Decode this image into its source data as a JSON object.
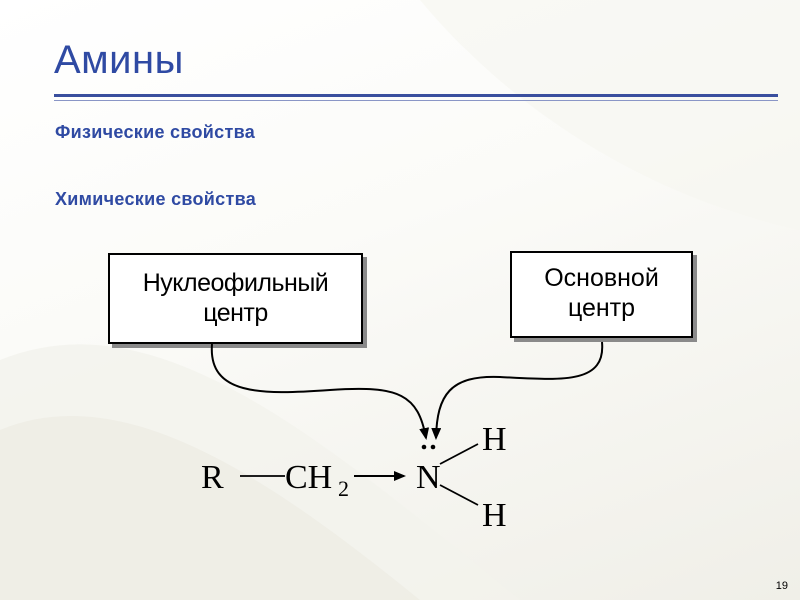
{
  "slide": {
    "title": "Амины",
    "subheadings": [
      "Физические свойства",
      "Химические свойства"
    ],
    "boxes": {
      "nucleophilic": [
        "Нуклеофильный",
        "центр"
      ],
      "basic": [
        "Основной",
        "центр"
      ]
    },
    "formula": {
      "r": "R",
      "ch": "CH",
      "sub2": "2",
      "n": "N",
      "lone_pair": "..",
      "h_top": "H",
      "h_bottom": "H"
    },
    "page_number": "19"
  },
  "colors": {
    "title": "#2f4aa3",
    "rule": "#3a4f9e",
    "text": "#000000"
  }
}
